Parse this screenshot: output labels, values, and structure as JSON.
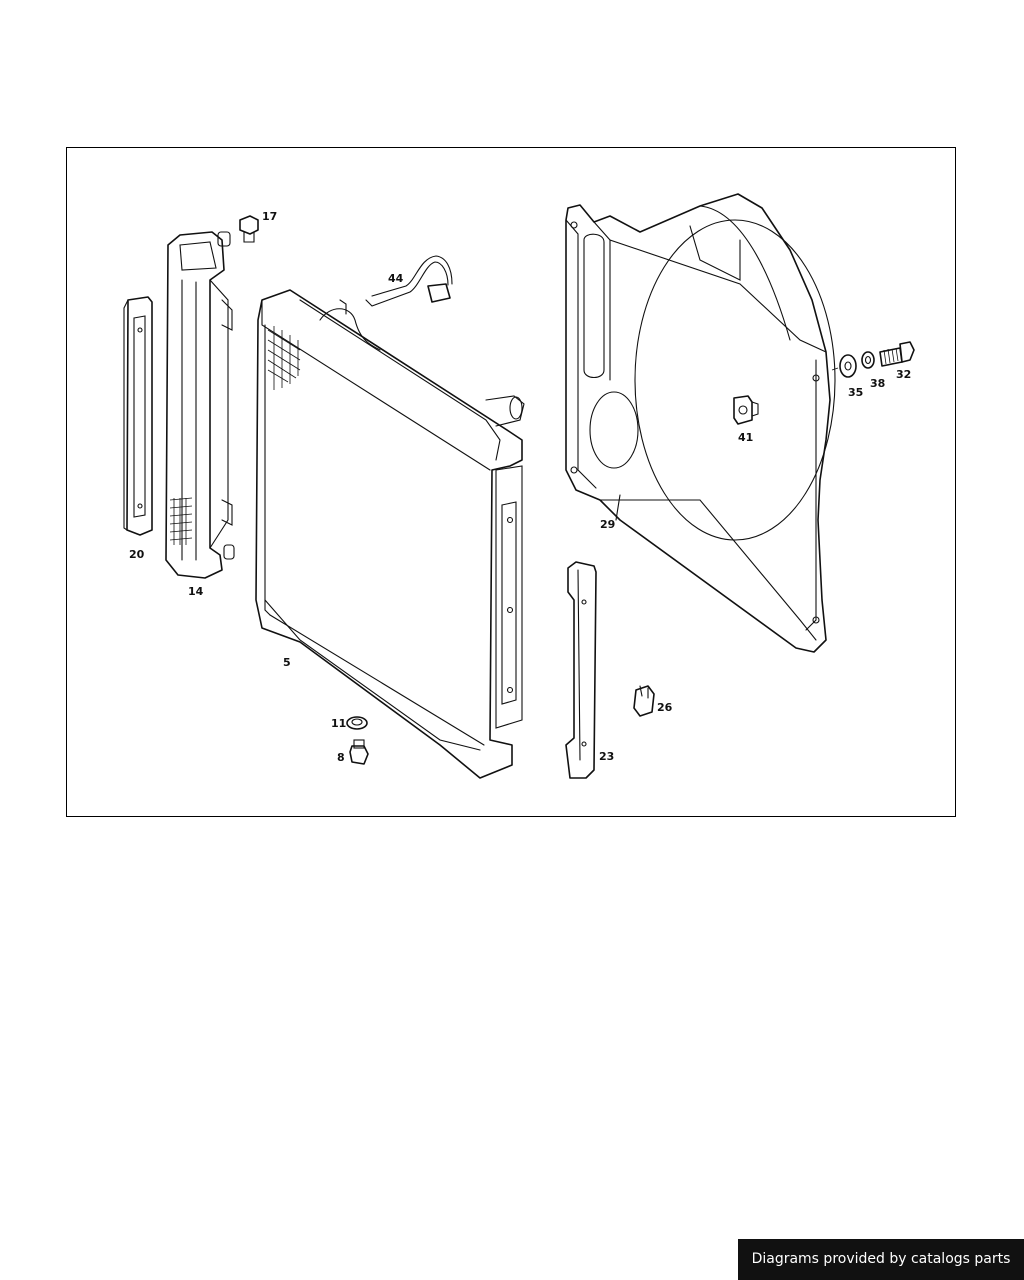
{
  "diagram": {
    "callouts": [
      {
        "id": "17",
        "part": "screw"
      },
      {
        "id": "44",
        "part": "hose-clip"
      },
      {
        "id": "20",
        "part": "side-bracket"
      },
      {
        "id": "14",
        "part": "oil-cooler"
      },
      {
        "id": "5",
        "part": "radiator"
      },
      {
        "id": "11",
        "part": "seal-ring"
      },
      {
        "id": "8",
        "part": "drain-plug"
      },
      {
        "id": "29",
        "part": "fan-shroud"
      },
      {
        "id": "41",
        "part": "clip"
      },
      {
        "id": "35",
        "part": "washer"
      },
      {
        "id": "38",
        "part": "spring-washer"
      },
      {
        "id": "32",
        "part": "bolt"
      },
      {
        "id": "23",
        "part": "bracket"
      },
      {
        "id": "26",
        "part": "clamp"
      }
    ]
  },
  "footer": {
    "credit": "Diagrams provided by catalogs parts"
  }
}
